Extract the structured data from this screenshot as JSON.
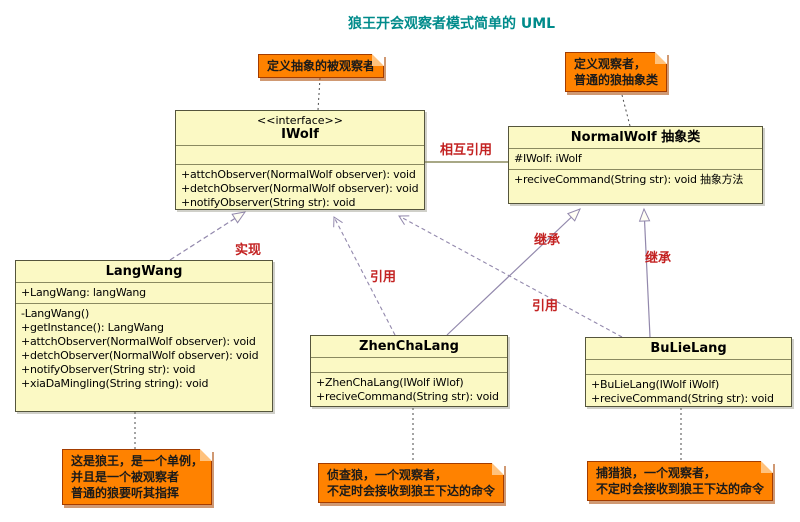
{
  "title": "狼王开会观察者模式简单的 UML",
  "classes": {
    "iwolf": {
      "stereotype": "<<interface>>",
      "name": "IWolf",
      "attributes": [],
      "methods": [
        "+attchObserver(NormalWolf observer): void",
        "+detchObserver(NormalWolf observer): void",
        "+notifyObserver(String str): void"
      ]
    },
    "normalwolf": {
      "name": "NormalWolf 抽象类",
      "attributes": [
        "#IWolf: iWolf"
      ],
      "methods": [
        "+reciveCommand(String str): void 抽象方法"
      ]
    },
    "langwang": {
      "name": "LangWang",
      "attributes": [
        "+LangWang: langWang"
      ],
      "methods": [
        "-LangWang()",
        "+getInstance(): LangWang",
        "+attchObserver(NormalWolf observer): void",
        "+detchObserver(NormalWolf observer): void",
        "+notifyObserver(String str): void",
        "+xiaDaMingling(String string): void"
      ]
    },
    "zhenchalang": {
      "name": "ZhenChaLang",
      "attributes": [],
      "methods": [
        "+ZhenChaLang(IWolf iWlof)",
        "+reciveCommand(String str): void"
      ]
    },
    "bulielang": {
      "name": "BuLieLang",
      "attributes": [],
      "methods": [
        "+BuLieLang(IWolf iWolf)",
        "+reciveCommand(String str): void"
      ]
    }
  },
  "notes": [
    {
      "lines": [
        "定义抽象的被观察者"
      ]
    },
    {
      "lines": [
        "定义观察者，",
        "普通的狼抽象类"
      ]
    },
    {
      "lines": [
        "这是狼王，是一个单例，",
        "并且是一个被观察者",
        "普通的狼要听其指挥"
      ]
    },
    {
      "lines": [
        "侦查狼，一个观察者，",
        "不定时会接收到狼王下达的命令"
      ]
    },
    {
      "lines": [
        "捕猎狼，一个观察者，",
        "不定时会接收到狼王下达的命令"
      ]
    }
  ],
  "edges": [
    {
      "from": "IWolf",
      "to": "NormalWolf 抽象类",
      "type": "association",
      "label": "相互引用"
    },
    {
      "from": "LangWang",
      "to": "IWolf",
      "type": "realization",
      "label": "实现"
    },
    {
      "from": "ZhenChaLang",
      "to": "IWolf",
      "type": "dependency",
      "label": "引用"
    },
    {
      "from": "BuLieLang",
      "to": "IWolf",
      "type": "dependency",
      "label": "引用"
    },
    {
      "from": "ZhenChaLang",
      "to": "NormalWolf 抽象类",
      "type": "generalization",
      "label": "继承"
    },
    {
      "from": "BuLieLang",
      "to": "NormalWolf 抽象类",
      "type": "generalization",
      "label": "继承"
    }
  ],
  "colors": {
    "title_teal": "#008B8B",
    "note_orange": "#FF8200",
    "note_border": "#A33C00",
    "class_fill": "#FBF9C4",
    "label_red": "#C32222",
    "line_purple": "#9288AC"
  }
}
